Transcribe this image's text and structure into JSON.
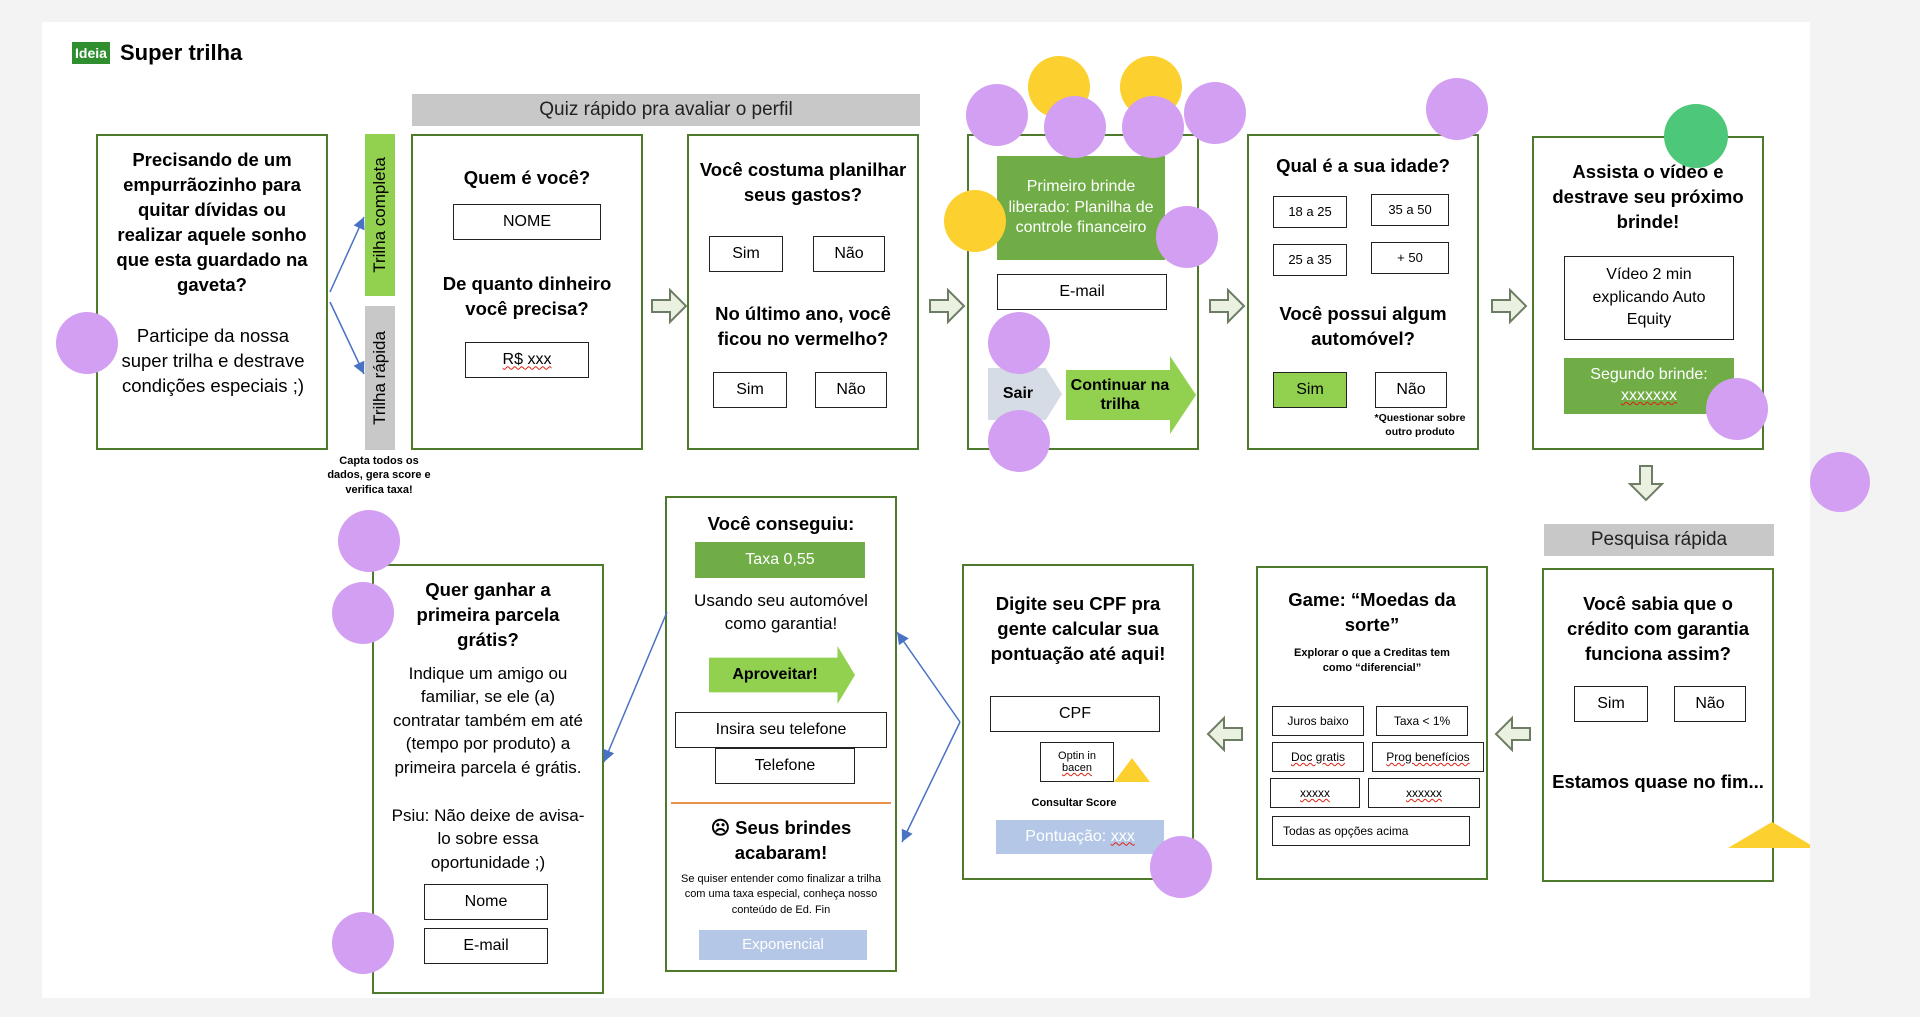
{
  "header": {
    "badge": "Ideia",
    "title": "Super trilha"
  },
  "quiz_bar": "Quiz rápido pra avaliar o perfil",
  "pesquisa_bar": "Pesquisa rápida",
  "intro": {
    "headline": "Precisando de um empurrãozinho para quitar dívidas ou realizar aquele sonho que esta guardado na gaveta?",
    "body": "Participe da nossa super trilha e destrave condições especiais ;)"
  },
  "tabs": {
    "completa": "Trilha completa",
    "rapida": "Trilha rápida"
  },
  "capta_note": "Capta todos os dados, gera score e verifica taxa!",
  "card_quem": {
    "q1": "Quem é você?",
    "name_field": "NOME",
    "q2": "De quanto dinheiro você precisa?",
    "amount_field": "R$ xxx"
  },
  "card_planilhar": {
    "q1": "Você costuma planilhar seus gastos?",
    "yes": "Sim",
    "no": "Não",
    "q2": "No último ano, você ficou no vermelho?",
    "yes2": "Sim",
    "no2": "Não"
  },
  "card_brinde": {
    "banner": "Primeiro brinde liberado: Planilha de controle financeiro",
    "email_field": "E-mail",
    "exit": "Sair",
    "continue": "Continuar na trilha"
  },
  "card_idade": {
    "q1": "Qual é a sua idade?",
    "ages": [
      "18 a 25",
      "35 a 50",
      "25 a 35",
      "+ 50"
    ],
    "q2": "Você possui algum automóvel?",
    "yes": "Sim",
    "no": "Não",
    "note": "*Questionar sobre outro produto"
  },
  "card_video": {
    "title": "Assista o vídeo e destrave seu próximo brinde!",
    "video": "Vídeo 2 min explicando Auto Equity",
    "banner_label": "Segundo brinde:",
    "banner_value": "xxxxxxx"
  },
  "card_credito": {
    "q1": "Você sabia que o crédito com garantia funciona assim?",
    "yes": "Sim",
    "no": "Não",
    "footer": "Estamos quase no fim..."
  },
  "card_game": {
    "title": "Game: “Moedas da sorte”",
    "subtitle": "Explorar o que a Creditas tem como “diferencial”",
    "options": [
      "Juros baixo",
      "Taxa < 1%",
      "Doc gratis",
      "Prog benefícios",
      "xxxxx",
      "xxxxxx",
      "Todas as opções acima"
    ]
  },
  "card_cpf": {
    "title": "Digite seu CPF pra gente calcular sua pontuação até aqui!",
    "cpf_field": "CPF",
    "optin_label": "Optin in",
    "optin_value": "bacen",
    "consult": "Consultar Score",
    "score_label": "Pontuação:",
    "score_value": "xxx"
  },
  "card_conseguiu": {
    "title": "Você conseguiu:",
    "rate": "Taxa 0,55",
    "subtitle": "Usando seu automóvel como garantia!",
    "cta": "Aproveitar!",
    "phone_label": "Insira seu telefone",
    "phone_field": "Telefone",
    "sad_icon": "☹",
    "sad_title": "Seus brindes acabaram!",
    "sad_body": "Se quiser entender como finalizar a trilha com uma taxa especial, conheça nosso conteúdo de Ed. Fin",
    "sad_button": "Exponencial"
  },
  "card_indique": {
    "title": "Quer ganhar a primeira parcela grátis?",
    "body": "Indique um amigo ou familiar, se ele (a) contratar também em até (tempo por produto) a primeira parcela é grátis.",
    "psiu": "Psiu: Não deixe de avisa-lo sobre essa oportunidade ;)",
    "name_field": "Nome",
    "email_field": "E-mail"
  },
  "colors": {
    "card_border": "#4e7a2b",
    "green_fill": "#70ad47",
    "lime_arrow": "#92d050",
    "light_blue": "#b4c7e7",
    "purple_dot": "#d39ff2",
    "yellow_dot": "#fcd02e"
  }
}
